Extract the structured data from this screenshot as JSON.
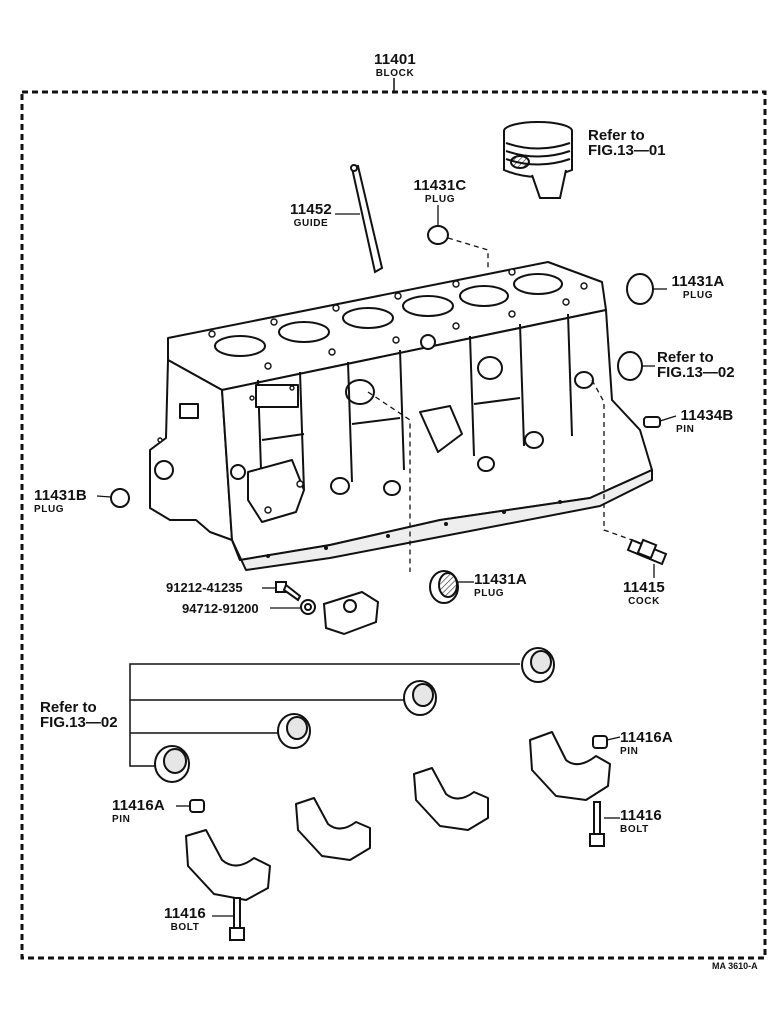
{
  "block": {
    "number": "11401",
    "name": "BLOCK"
  },
  "refs": {
    "piston": [
      "Refer to",
      "FIG.13—01"
    ],
    "plug_a": [
      "Refer to",
      "FIG.13—02"
    ],
    "bearings": [
      "Refer to",
      "FIG.13—02"
    ]
  },
  "parts": {
    "guide": {
      "number": "11452",
      "name": "GUIDE"
    },
    "plug_c": {
      "number": "11431C",
      "name": "PLUG"
    },
    "plug_a_top": {
      "number": "11431A",
      "name": "PLUG"
    },
    "pin_b": {
      "number": "11434B",
      "name": "PIN"
    },
    "plug_b": {
      "number": "11431B",
      "name": "PLUG"
    },
    "plug_a_mid": {
      "number": "11431A",
      "name": "PLUG"
    },
    "cock": {
      "number": "11415",
      "name": "COCK"
    },
    "bolt_code": {
      "number": "91212-41235"
    },
    "nut_code": {
      "number": "94712-91200"
    },
    "pin_a_right": {
      "number": "11416A",
      "name": "PIN"
    },
    "pin_a_left": {
      "number": "11416A",
      "name": "PIN"
    },
    "bolt_right": {
      "number": "11416",
      "name": "BOLT"
    },
    "bolt_left": {
      "number": "11416",
      "name": "BOLT"
    }
  },
  "figure_code": "MA 3610-A",
  "colors": {
    "ink": "#111111",
    "paper": "#ffffff",
    "shade": "#d9d9d9"
  }
}
